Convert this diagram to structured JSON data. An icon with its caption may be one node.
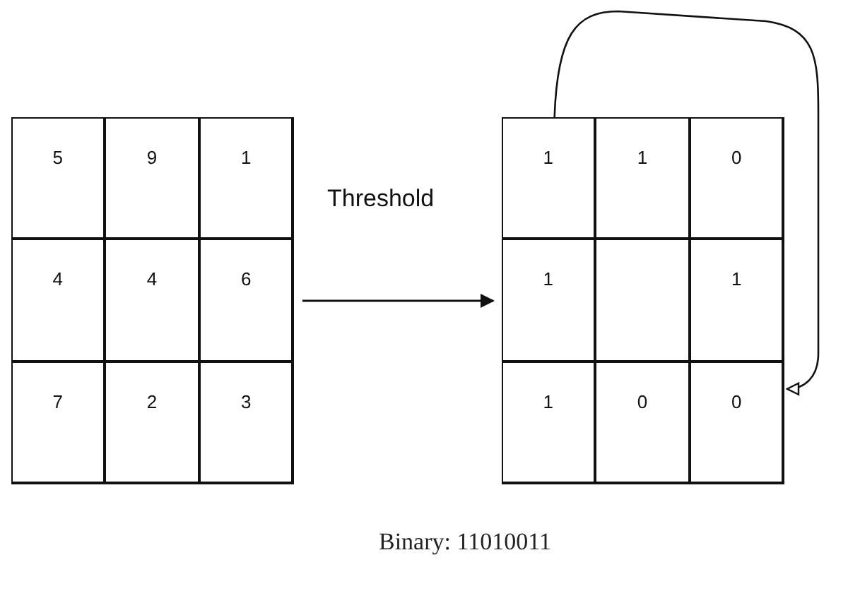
{
  "diagram": {
    "caption": "Binary: 11010011",
    "nodes": [
      {
        "text": [],
        "shape": "box"
      },
      {
        "text": [
          "5"
        ],
        "in": 0
      },
      {
        "text": [
          "9"
        ],
        "in": 0
      },
      {
        "text": [
          "1"
        ],
        "in": 0
      },
      {
        "text": [
          "4"
        ],
        "in": 0
      },
      {
        "text": [
          "4"
        ],
        "in": 0
      },
      {
        "text": [
          "6"
        ],
        "in": 0
      },
      {
        "text": [
          "7"
        ],
        "in": 0
      },
      {
        "text": [
          "2"
        ],
        "in": 0
      },
      {
        "text": [
          "3"
        ],
        "in": 0
      },
      {
        "text": [],
        "shape": "box"
      },
      {
        "text": [
          "1"
        ],
        "in": 10
      },
      {
        "text": [
          "1"
        ],
        "in": 10
      },
      {
        "text": [
          "0"
        ],
        "in": 10
      },
      {
        "text": [
          "1"
        ],
        "in": 10
      },
      {
        "text": [],
        "shape": "box",
        "in": 10
      },
      {
        "text": [
          "1"
        ],
        "in": 10
      },
      {
        "text": [
          "1"
        ],
        "in": 10
      },
      {
        "text": [
          "0"
        ],
        "in": 10
      },
      {
        "text": [
          "0"
        ],
        "in": 10
      }
    ],
    "edges": [
      {
        "from": 0,
        "to": 10,
        "arrow": "to",
        "label": "Threshold"
      },
      {
        "from": 11,
        "to": 19,
        "arrow": "to"
      }
    ]
  }
}
